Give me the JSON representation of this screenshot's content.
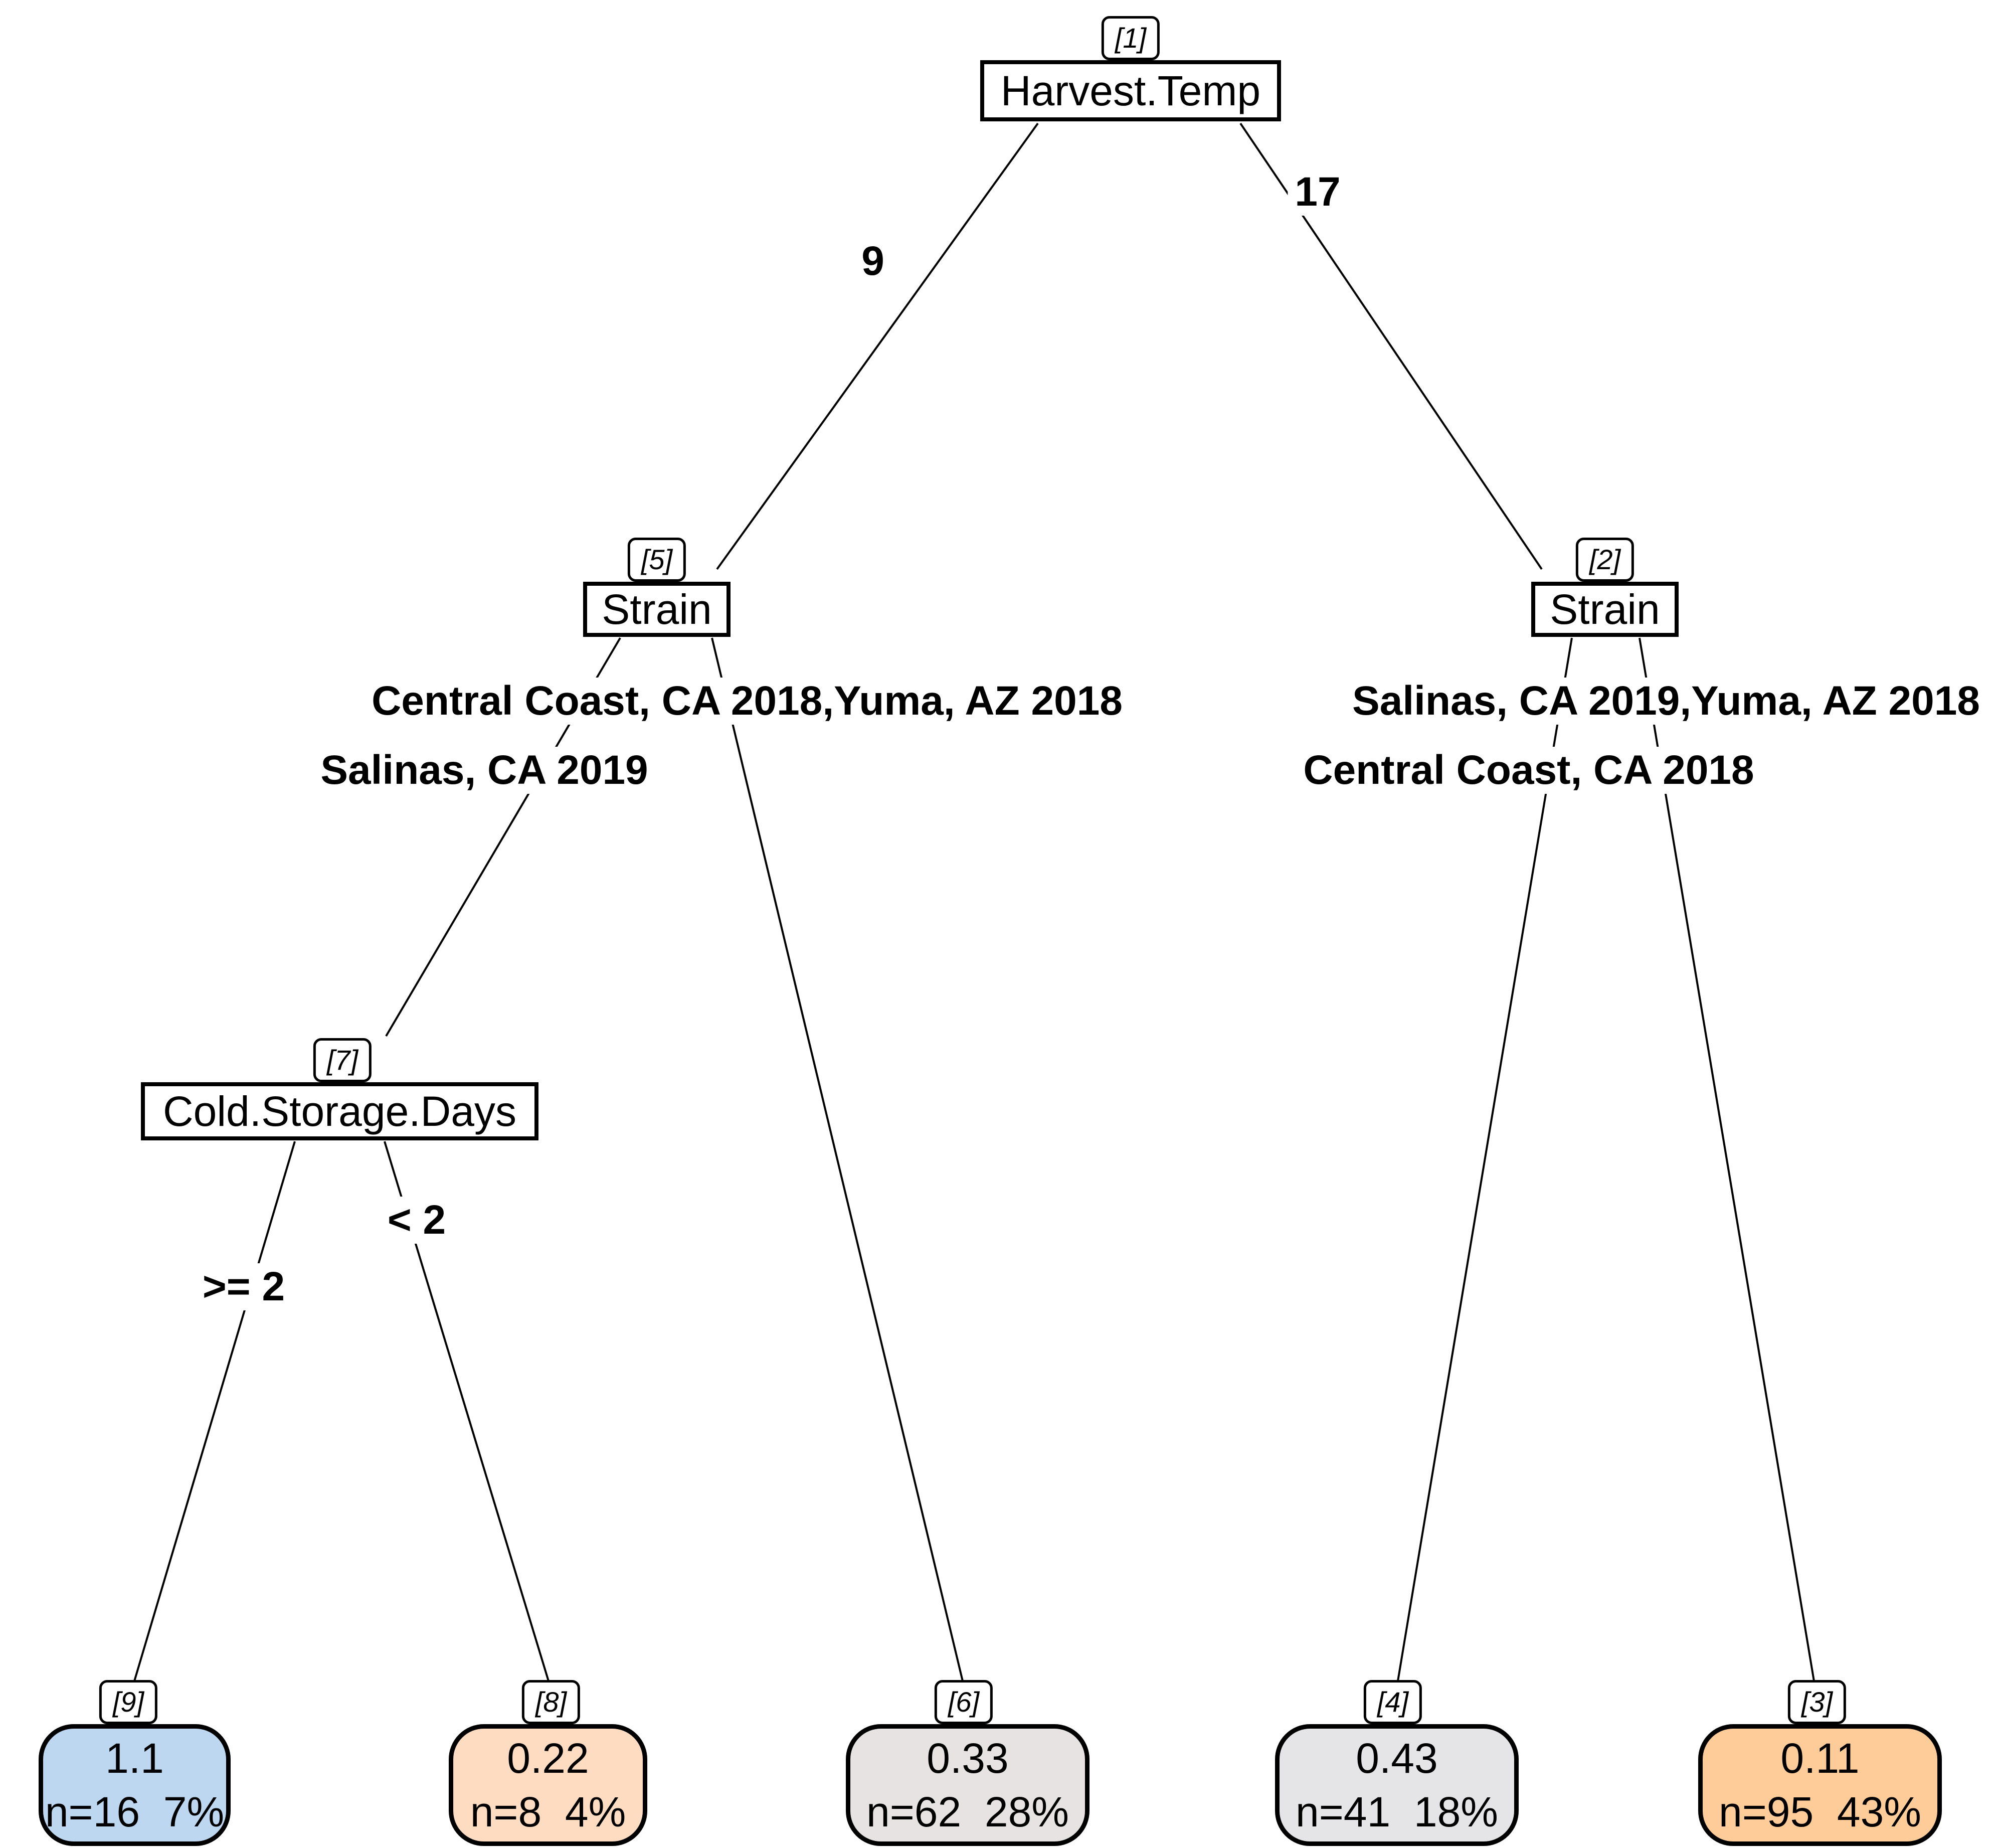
{
  "tree": {
    "nodes": {
      "n1": {
        "tag": "[1]",
        "label": "Harvest.Temp"
      },
      "n5": {
        "tag": "[5]",
        "label": "Strain"
      },
      "n2": {
        "tag": "[2]",
        "label": "Strain"
      },
      "n7": {
        "tag": "[7]",
        "label": "Cold.Storage.Days"
      }
    },
    "edge_labels": {
      "e1_5": "9",
      "e1_2": "17",
      "e5_6": "Central Coast, CA 2018,Yuma, AZ 2018",
      "e5_7": "Salinas, CA 2019",
      "e2_3": "Salinas, CA 2019,Yuma, AZ 2018",
      "e2_4": "Central Coast, CA 2018",
      "e7_9": ">= 2",
      "e7_8": "< 2"
    },
    "leaves": {
      "n9": {
        "tag": "[9]",
        "value": "1.1",
        "stats": "n=16  7%",
        "color": "#bdd7f0"
      },
      "n8": {
        "tag": "[8]",
        "value": "0.22",
        "stats": "n=8  4%",
        "color": "#fddcc2"
      },
      "n6": {
        "tag": "[6]",
        "value": "0.33",
        "stats": "n=62  28%",
        "color": "#e7e3e2"
      },
      "n4": {
        "tag": "[4]",
        "value": "0.43",
        "stats": "n=41  18%",
        "color": "#e5e4e6"
      },
      "n3": {
        "tag": "[3]",
        "value": "0.11",
        "stats": "n=95  43%",
        "color": "#fecc99"
      }
    },
    "line_color": "#000000"
  }
}
